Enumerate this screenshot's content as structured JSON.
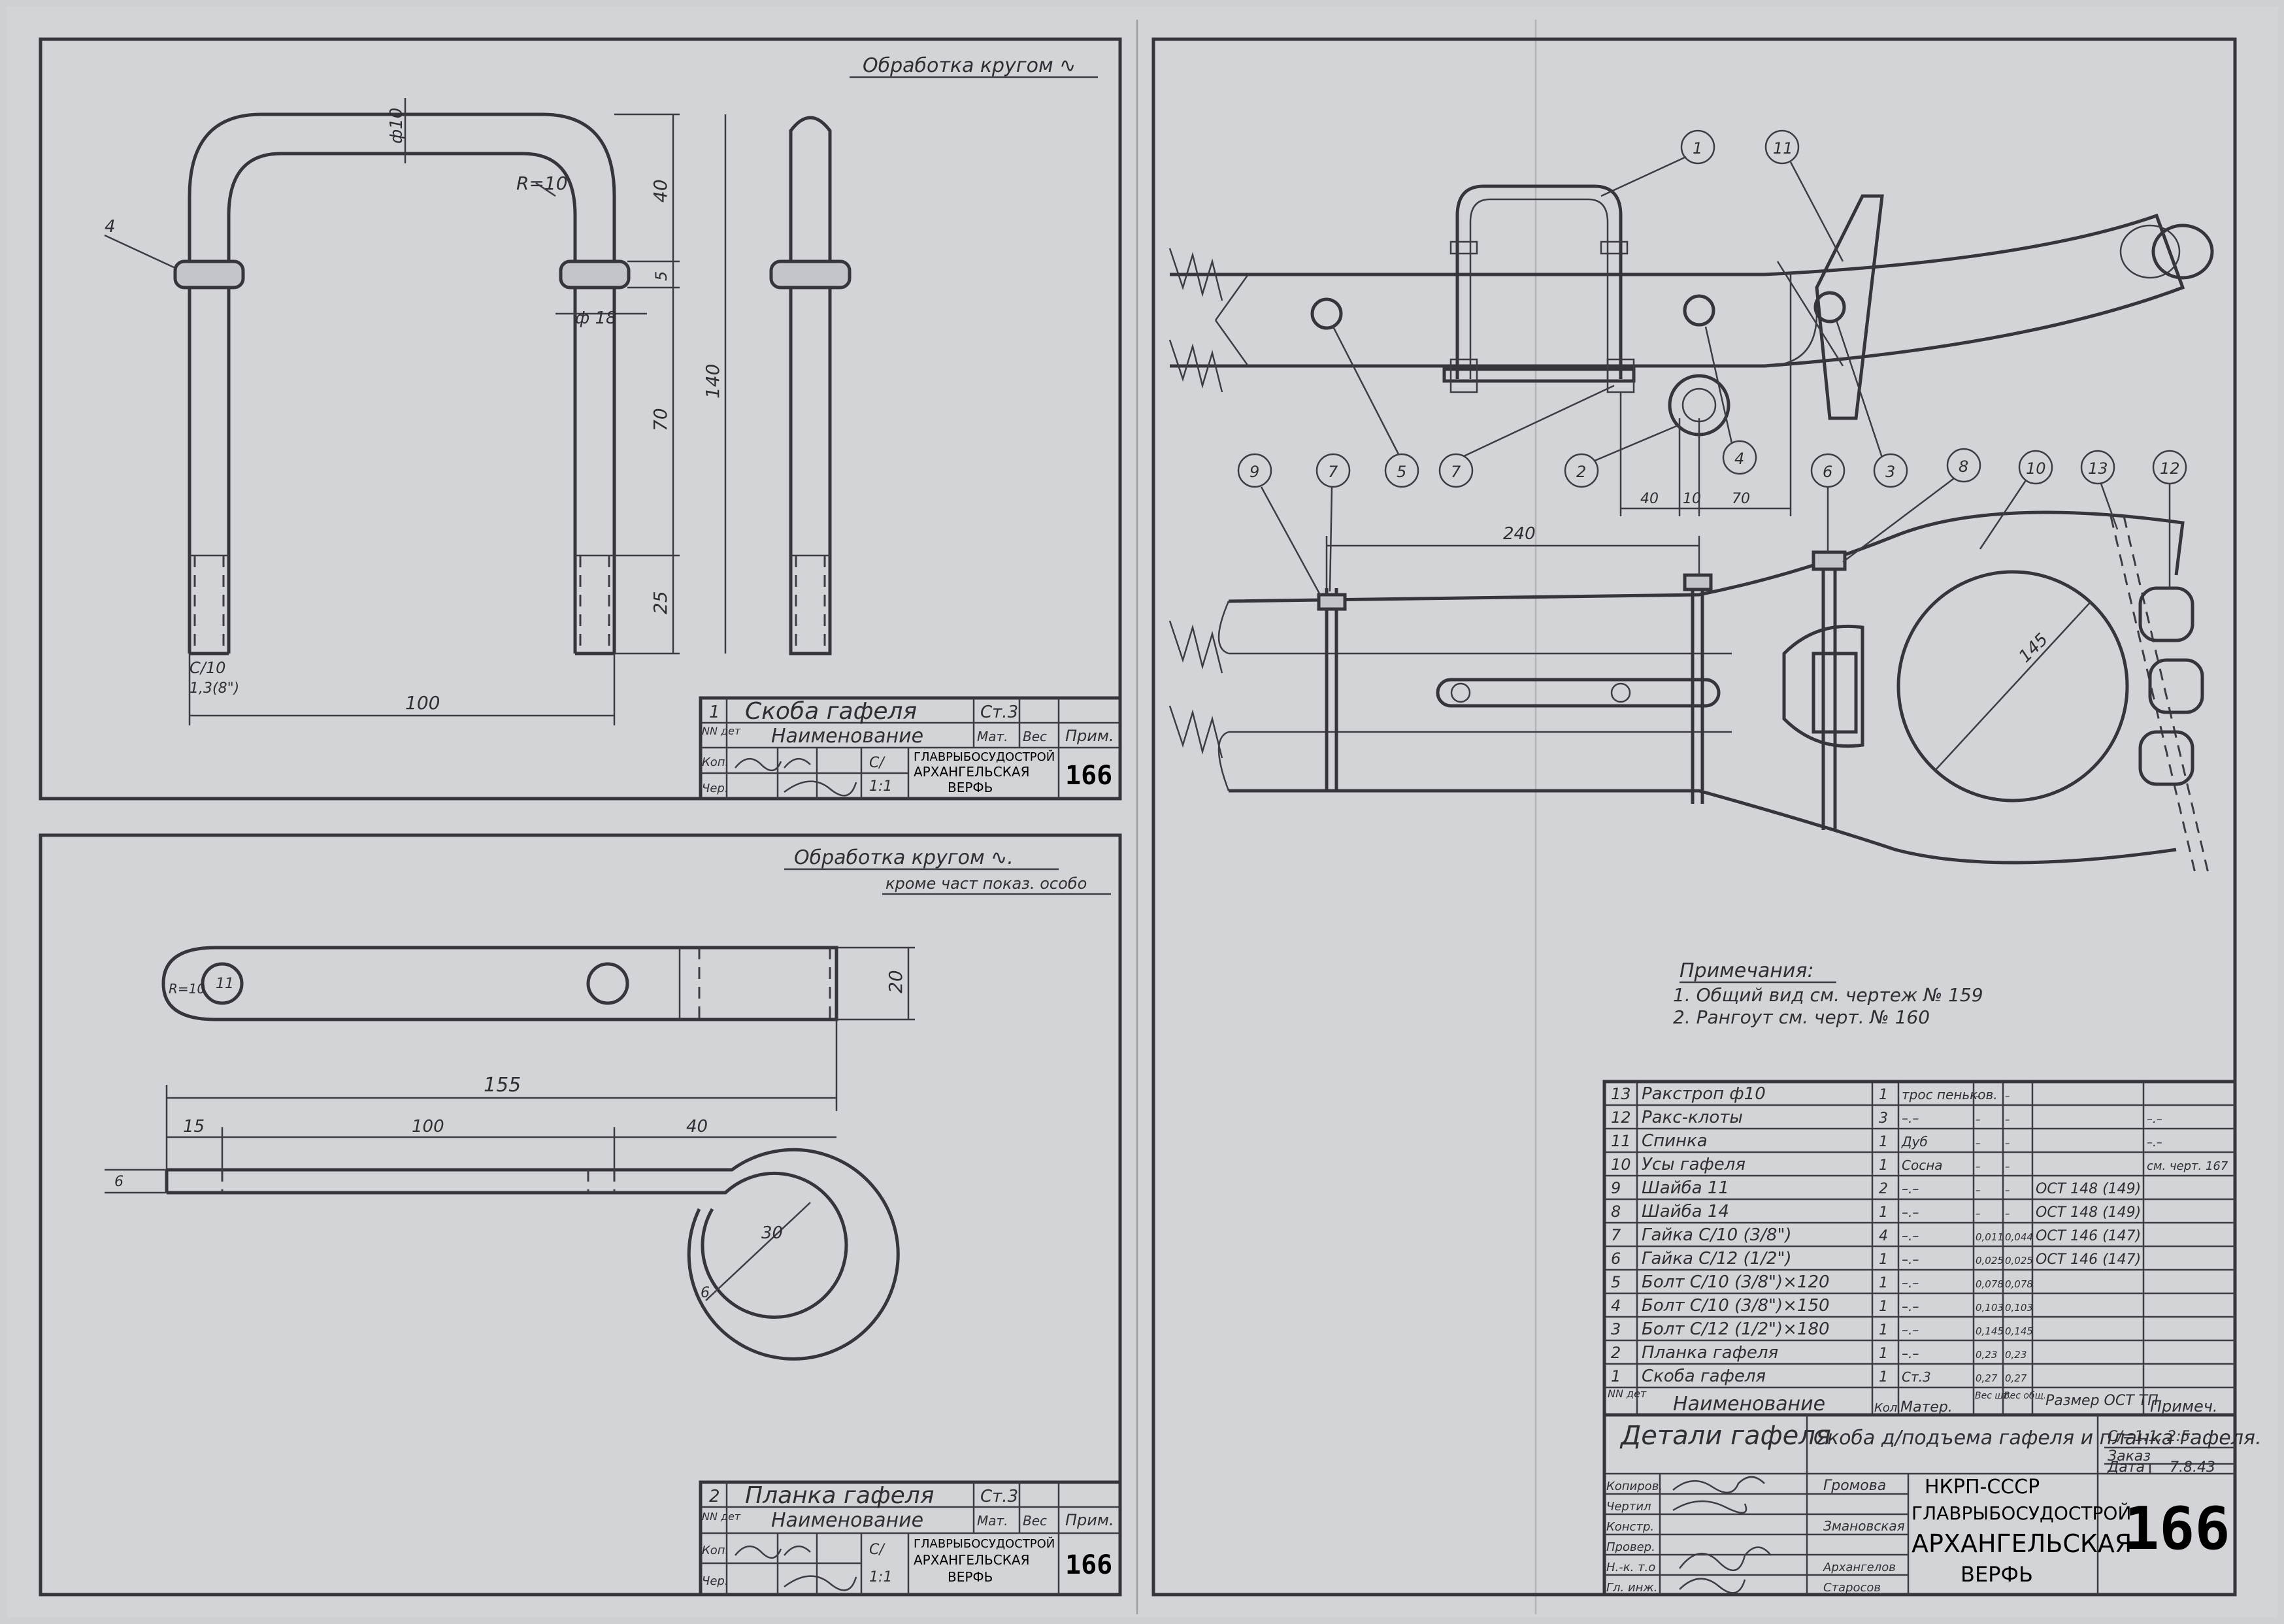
{
  "sheet_number": "166",
  "panel_a": {
    "processing_note": "Обработка кругом ∿",
    "dims": {
      "d10": "ф10",
      "r10": "R=10",
      "t4": "4",
      "d18": "ф 18",
      "v40": "40",
      "v5": "5",
      "v140": "140",
      "v70": "70",
      "v25": "25",
      "h100": "100",
      "thread": "С/10",
      "thread_sub": "1,3(8\")"
    },
    "title_block": {
      "item_no": "1",
      "item_name": "Скоба гафеля",
      "material": "Ст.3",
      "header": [
        "NN дет",
        "Наименование",
        "Мат.",
        "Вес",
        "Прим."
      ],
      "rows": [
        "Коп.",
        "Чер."
      ],
      "scale_label": "С/",
      "scale": "1:1",
      "org_1": "ГЛАВРЫБОСУДОСТРОЙ",
      "org_2": "АРХАНГЕЛЬСКАЯ",
      "org_3": "ВЕРФЬ",
      "number": "166"
    }
  },
  "panel_b": {
    "processing_note": "Обработка кругом ∿.",
    "processing_note_2": "кроме част показ. особо",
    "dims": {
      "r10": "R=10",
      "hole": "11",
      "v20": "20",
      "h155": "155",
      "h15": "15",
      "h100": "100",
      "h40": "40",
      "v6": "6",
      "d30": "30",
      "r6": "6"
    },
    "title_block": {
      "item_no": "2",
      "item_name": "Планка гафеля",
      "material": "Ст.3",
      "header": [
        "NN дет",
        "Наименование",
        "Мат.",
        "Вес",
        "Прим."
      ],
      "rows": [
        "Коп.",
        "Чер."
      ],
      "scale_label": "С/",
      "scale": "1:1",
      "org_1": "ГЛАВРЫБОСУДОСТРОЙ",
      "org_2": "АРХАНГЕЛЬСКАЯ",
      "org_3": "ВЕРФЬ",
      "number": "166"
    }
  },
  "panel_c": {
    "callouts_top": [
      "1",
      "11",
      "5",
      "7",
      "2",
      "4",
      "3"
    ],
    "callouts_mid": [
      "9",
      "7",
      "6",
      "8",
      "10",
      "13",
      "12"
    ],
    "dims": {
      "d40": "40",
      "d10": "10",
      "d70": "70",
      "d240": "240",
      "d145": "145"
    },
    "notes_title": "Примечания:",
    "note_1": "1. Общий вид см. чертеж № 159",
    "note_2": "2. Рангоут см. черт. № 160",
    "parts": [
      {
        "no": "13",
        "name": "Ракстроп ф10",
        "qty": "1",
        "mat": "трос пеньков.",
        "w1": "–",
        "w2": "–",
        "std": "",
        "note": ""
      },
      {
        "no": "12",
        "name": "Ракс-клоты",
        "qty": "3",
        "mat": "–.–",
        "w1": "–",
        "w2": "–",
        "std": "",
        "note": "–.–"
      },
      {
        "no": "11",
        "name": "Спинка",
        "qty": "1",
        "mat": "Дуб",
        "w1": "–",
        "w2": "–",
        "std": "",
        "note": "–.–"
      },
      {
        "no": "10",
        "name": "Усы гафеля",
        "qty": "1",
        "mat": "Сосна",
        "w1": "–",
        "w2": "–",
        "std": "",
        "note": "см. черт. 167"
      },
      {
        "no": "9",
        "name": "Шайба 11",
        "qty": "2",
        "mat": "–.–",
        "w1": "–",
        "w2": "–",
        "std": "ОСТ 148 (149)",
        "note": ""
      },
      {
        "no": "8",
        "name": "Шайба 14",
        "qty": "1",
        "mat": "–.–",
        "w1": "–",
        "w2": "–",
        "std": "ОСТ 148 (149)",
        "note": ""
      },
      {
        "no": "7",
        "name": "Гайка С/10 (3/8\")",
        "qty": "4",
        "mat": "–.–",
        "w1": "0,011",
        "w2": "0,044",
        "std": "ОСТ 146 (147)",
        "note": ""
      },
      {
        "no": "6",
        "name": "Гайка С/12 (1/2\")",
        "qty": "1",
        "mat": "–.–",
        "w1": "0,025",
        "w2": "0,025",
        "std": "ОСТ 146 (147)",
        "note": ""
      },
      {
        "no": "5",
        "name": "Болт С/10 (3/8\")×120",
        "qty": "1",
        "mat": "–.–",
        "w1": "0,078",
        "w2": "0,078",
        "std": "",
        "note": ""
      },
      {
        "no": "4",
        "name": "Болт С/10 (3/8\")×150",
        "qty": "1",
        "mat": "–.–",
        "w1": "0,103",
        "w2": "0,103",
        "std": "",
        "note": ""
      },
      {
        "no": "3",
        "name": "Болт С/12 (1/2\")×180",
        "qty": "1",
        "mat": "–.–",
        "w1": "0,145",
        "w2": "0,145",
        "std": "",
        "note": ""
      },
      {
        "no": "2",
        "name": "Планка гафеля",
        "qty": "1",
        "mat": "–.–",
        "w1": "0,23",
        "w2": "0,23",
        "std": "",
        "note": ""
      },
      {
        "no": "1",
        "name": "Скоба гафеля",
        "qty": "1",
        "mat": "Ст.3",
        "w1": "0,27",
        "w2": "0,27",
        "std": "",
        "note": ""
      }
    ],
    "parts_header": {
      "no": "NN дет",
      "name": "Наименование",
      "qty": "Кол.",
      "mat": "Матер.",
      "w": "Вес шт.",
      "wt": "Вес общ.",
      "std": "Размер ОСТ ТП",
      "note": "Примеч."
    },
    "title_left": "Детали гафеля",
    "title_mid": "Скоба д/подъема гафеля и планка гафеля.",
    "scale": "С/=1:1; 2:5;",
    "order_label": "Заказ",
    "date_label": "Дата",
    "date": "7.8.43",
    "roles": [
      "Копиров.",
      "Чертил",
      "Констр.",
      "Провер.",
      "Н.-к. т.о",
      "Гл. инж."
    ],
    "people": [
      "Громова",
      "Змановская",
      "Арх..."
    ],
    "people_r": [
      "Громова",
      "",
      "Змановская",
      "Архангелов",
      "Старосов"
    ],
    "org_0": "НКРП-СССР",
    "org_1": "ГЛАВРЫБОСУДОСТРОЙ",
    "org_2": "АРХАНГЕЛЬСКАЯ",
    "org_3": "ВЕРФЬ",
    "number": "166"
  }
}
